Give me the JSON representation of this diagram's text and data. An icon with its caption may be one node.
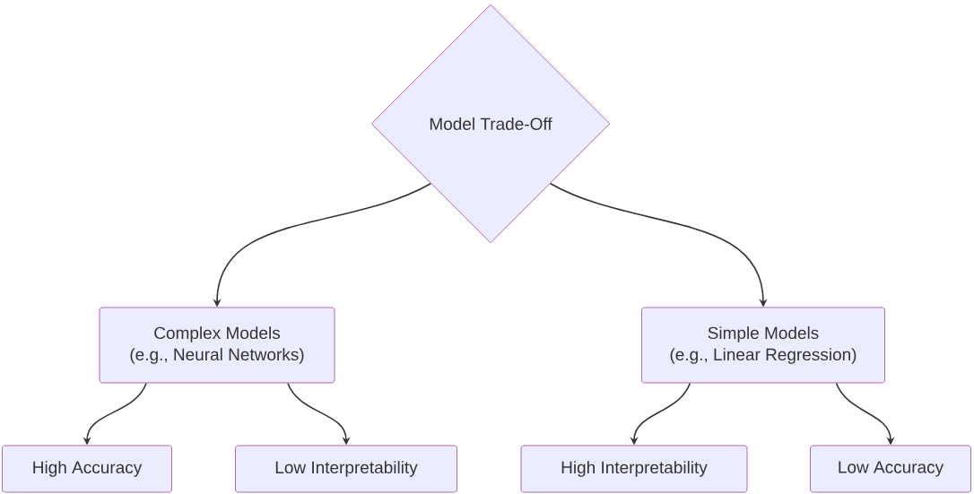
{
  "diagram": {
    "nodes": [
      {
        "text": [
          "Model Trade-Off"
        ]
      },
      {
        "text": [
          "Complex Models",
          "(e.g., Neural Networks)"
        ]
      },
      {
        "text": [
          "Simple Models",
          "(e.g., Linear Regression)"
        ]
      },
      {
        "text": [
          "High Accuracy"
        ]
      },
      {
        "text": [
          "Low Interpretability"
        ]
      },
      {
        "text": [
          "High Interpretability"
        ]
      },
      {
        "text": [
          "Low Accuracy"
        ]
      }
    ],
    "edges": [
      {
        "from": 0,
        "to": 1,
        "arrow": "to"
      },
      {
        "from": 0,
        "to": 2,
        "arrow": "to"
      },
      {
        "from": 1,
        "to": 3,
        "arrow": "to"
      },
      {
        "from": 1,
        "to": 4,
        "arrow": "to"
      },
      {
        "from": 2,
        "to": 5,
        "arrow": "to"
      },
      {
        "from": 2,
        "to": 6,
        "arrow": "to"
      }
    ]
  }
}
